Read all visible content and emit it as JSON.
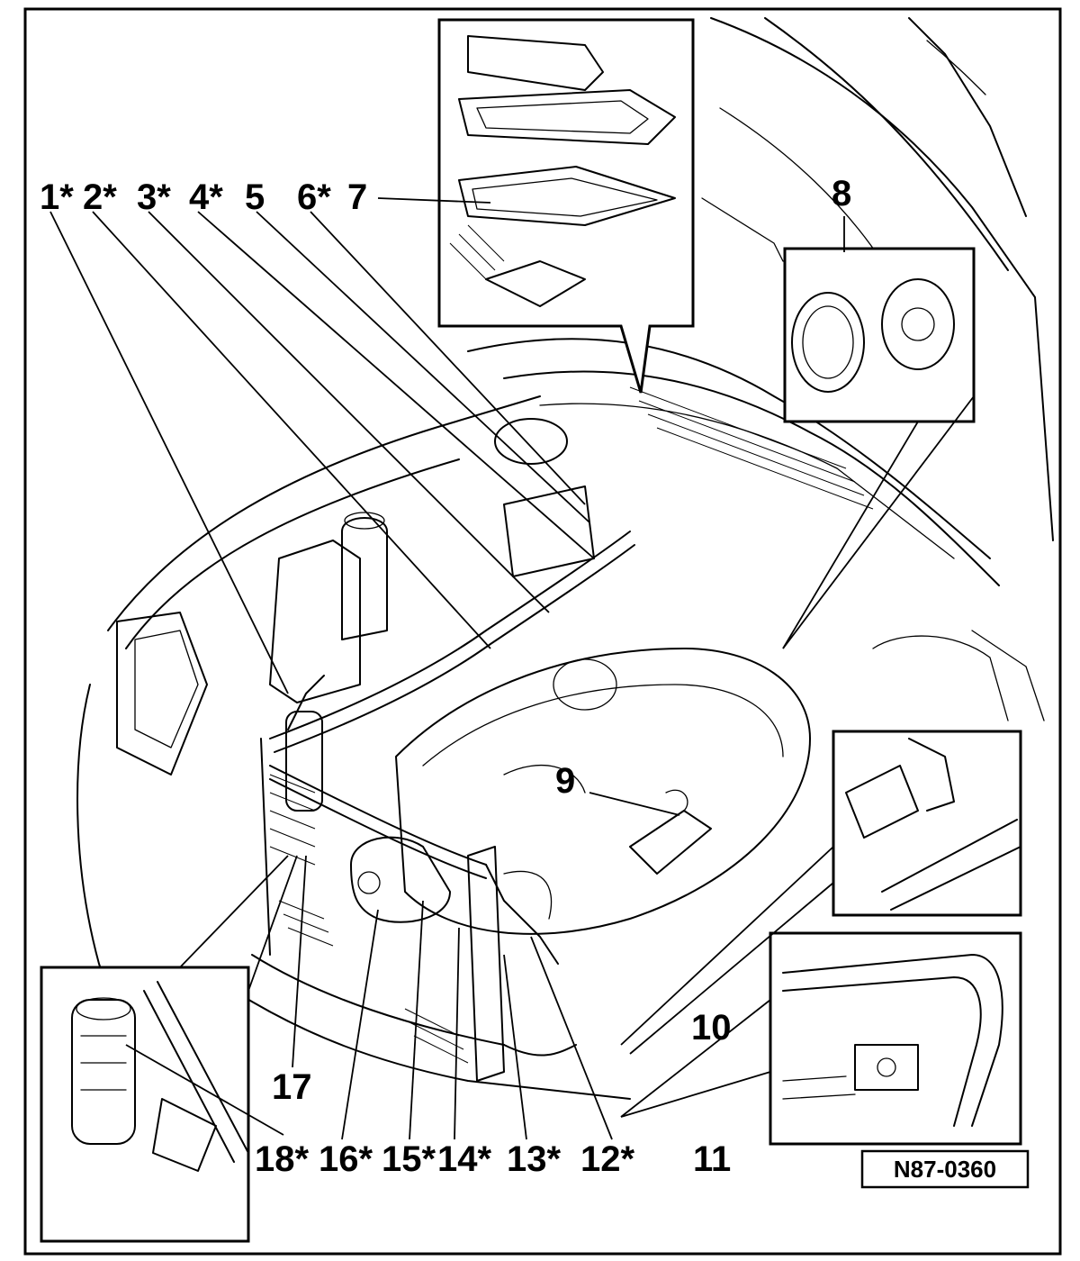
{
  "figure_id": "N87-0360",
  "labels": {
    "l1": "1*",
    "l2": "2*",
    "l3": "3*",
    "l4": "4*",
    "l5": "5",
    "l6": "6*",
    "l7": "7",
    "l8": "8",
    "l9": "9",
    "l10": "10",
    "l11": "11",
    "l12": "12*",
    "l13": "13*",
    "l14": "14*",
    "l15": "15*",
    "l16": "16*",
    "l17": "17",
    "l18": "18*"
  }
}
